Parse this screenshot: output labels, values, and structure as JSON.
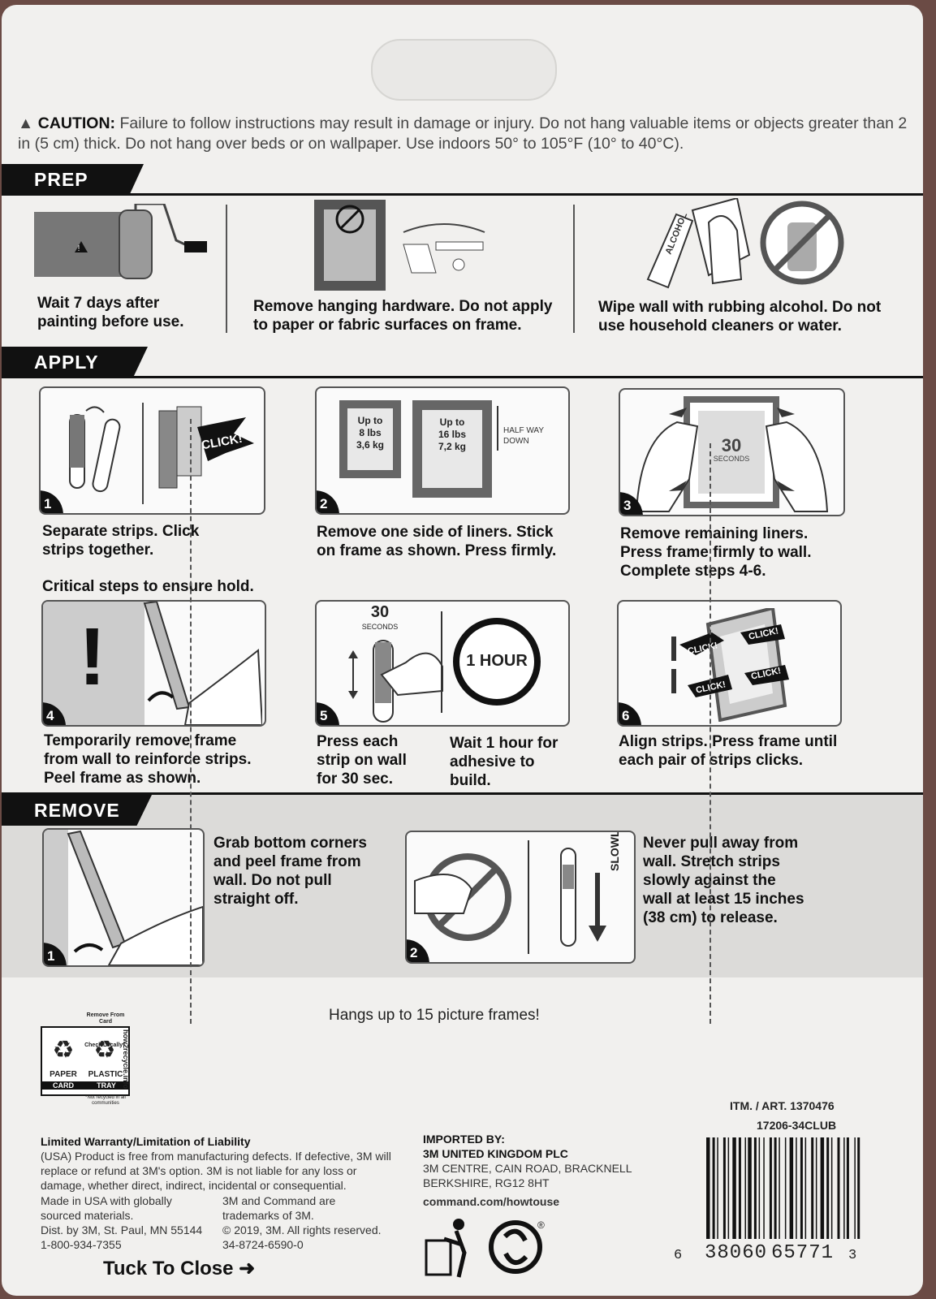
{
  "caution": {
    "label": "CAUTION:",
    "text": "Failure to follow instructions may result in damage or injury. Do not hang valuable items or objects greater than 2 in (5 cm) thick. Do not hang over beds or on wallpaper. Use indoors 50° to 105°F (10° to 40°C)."
  },
  "sections": {
    "prep": "PREP",
    "apply": "APPLY",
    "remove": "REMOVE"
  },
  "prep": {
    "step1": "Wait 7 days after painting before use.",
    "step2": "Remove hanging hardware. Do not apply to paper or fabric surfaces on frame.",
    "step3": "Wipe wall with rubbing alcohol. Do not use household cleaners or water.",
    "alcohol_label": "ALCOHOL"
  },
  "apply": {
    "p1": {
      "num": "1",
      "caption": "Separate strips. Click strips together.",
      "click": "CLICK!"
    },
    "p2": {
      "num": "2",
      "caption": "Remove one side of liners. Stick on frame as shown. Press firmly.",
      "small_frame": [
        "Up to",
        "8 lbs",
        "3,6 kg"
      ],
      "large_frame": [
        "Up to",
        "16 lbs",
        "7,2 kg"
      ],
      "halfway": [
        "HALF WAY",
        "DOWN"
      ]
    },
    "p3": {
      "num": "3",
      "caption": "Remove remaining liners. Press frame firmly to wall. Complete steps 4-6.",
      "seconds_num": "30",
      "seconds_label": "SECONDS"
    },
    "critical": "Critical steps to ensure hold.",
    "p4": {
      "num": "4",
      "caption": "Temporarily remove frame from wall to reinforce strips. Peel frame as shown."
    },
    "p5": {
      "num": "5",
      "caption_a": "Press each strip on wall for 30 sec.",
      "caption_b": "Wait 1 hour for adhesive to build.",
      "seconds_num": "30",
      "seconds_label": "SECONDS",
      "hour": "1 HOUR"
    },
    "p6": {
      "num": "6",
      "caption": "Align strips. Press frame until each pair of strips clicks.",
      "click": "CLICK!"
    }
  },
  "remove": {
    "r1": {
      "num": "1",
      "caption": "Grab bottom corners and peel frame from wall. Do not pull straight off."
    },
    "r2": {
      "num": "2",
      "caption": "Never pull away from wall. Stretch strips slowly against the wall at least 15 inches (38 cm) to release.",
      "slowly": "SLOWLY"
    }
  },
  "hangs": "Hangs up to 15 picture frames!",
  "recycle": {
    "remove_from_card": "Remove From Card",
    "check_locally": "Check Locally*",
    "paper": "PAPER",
    "card": "CARD",
    "plastic": "PLASTIC",
    "tray": "TRAY",
    "site": "how2recycle.info",
    "note": "*Not recycled in all communities"
  },
  "item": {
    "art": "ITM. / ART. 1370476",
    "code": "17206-34CLUB"
  },
  "warranty": {
    "title": "Limited Warranty/Limitation of Liability",
    "text": "(USA) Product is free from manufacturing defects. If defective, 3M will replace or refund at 3M's option. 3M is not liable for any loss or damage, whether direct, indirect, incidental or consequential.",
    "made": "Made in USA with globally sourced materials.",
    "dist": "Dist. by 3M, St. Paul, MN 55144",
    "phone": "1-800-934-7355",
    "trademark": "3M and Command are trademarks of 3M.",
    "copyright": "© 2019, 3M. All rights reserved.",
    "code": "34-8724-6590-0"
  },
  "importer": {
    "label": "IMPORTED BY:",
    "name": "3M UNITED KINGDOM PLC",
    "addr1": "3M CENTRE, CAIN ROAD, BRACKNELL",
    "addr2": "BERKSHIRE, RG12 8HT",
    "url": "command.com/howtouse"
  },
  "barcode": {
    "left": "6",
    "mid1": "38060",
    "mid2": "65771",
    "right": "3"
  },
  "registered": "®",
  "tuck": "Tuck To Close"
}
